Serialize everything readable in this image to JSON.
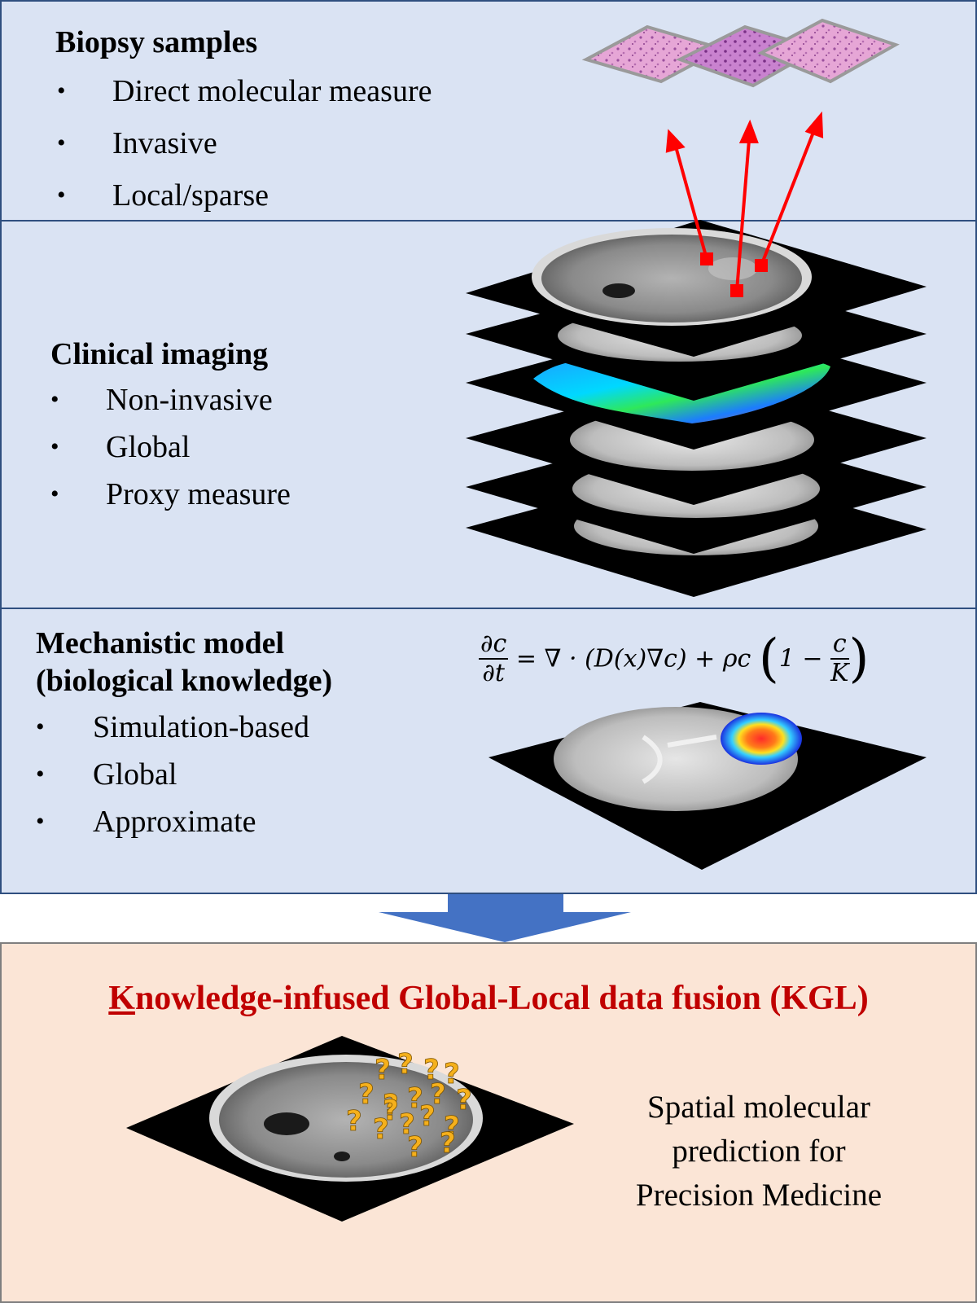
{
  "biopsy": {
    "heading": "Biopsy samples",
    "items": [
      "Direct molecular measure",
      "Invasive",
      "Local/sparse"
    ]
  },
  "imaging": {
    "heading": "Clinical imaging",
    "items": [
      "Non-invasive",
      "Global",
      "Proxy measure"
    ]
  },
  "model": {
    "heading_line1": "Mechanistic model",
    "heading_line2": "(biological knowledge)",
    "items": [
      "Simulation-based",
      "Global",
      "Approximate"
    ],
    "equation": {
      "lhs_num": "∂c",
      "lhs_den": "∂t",
      "rhs_main": "= ∇ · (D(x)∇c) +  ρc",
      "open": "(",
      "one_minus": "1 −",
      "frac_num": "c",
      "frac_den": "K",
      "close": ")"
    }
  },
  "kgl": {
    "title_first": "K",
    "title_rest": "nowledge-infused Global-Local data fusion (KGL)",
    "outcome_lines": [
      "Spatial molecular",
      "prediction for",
      "Precision Medicine"
    ],
    "question_mark": "?"
  },
  "colors": {
    "panel_blue": "#dae3f3",
    "panel_border": "#2f4f7f",
    "panel_peach": "#fbe5d6",
    "kgl_red": "#c00000",
    "arrow_red": "#ff0000",
    "flow_arrow": "#4472c4",
    "question_gold": "#f5b01c"
  }
}
